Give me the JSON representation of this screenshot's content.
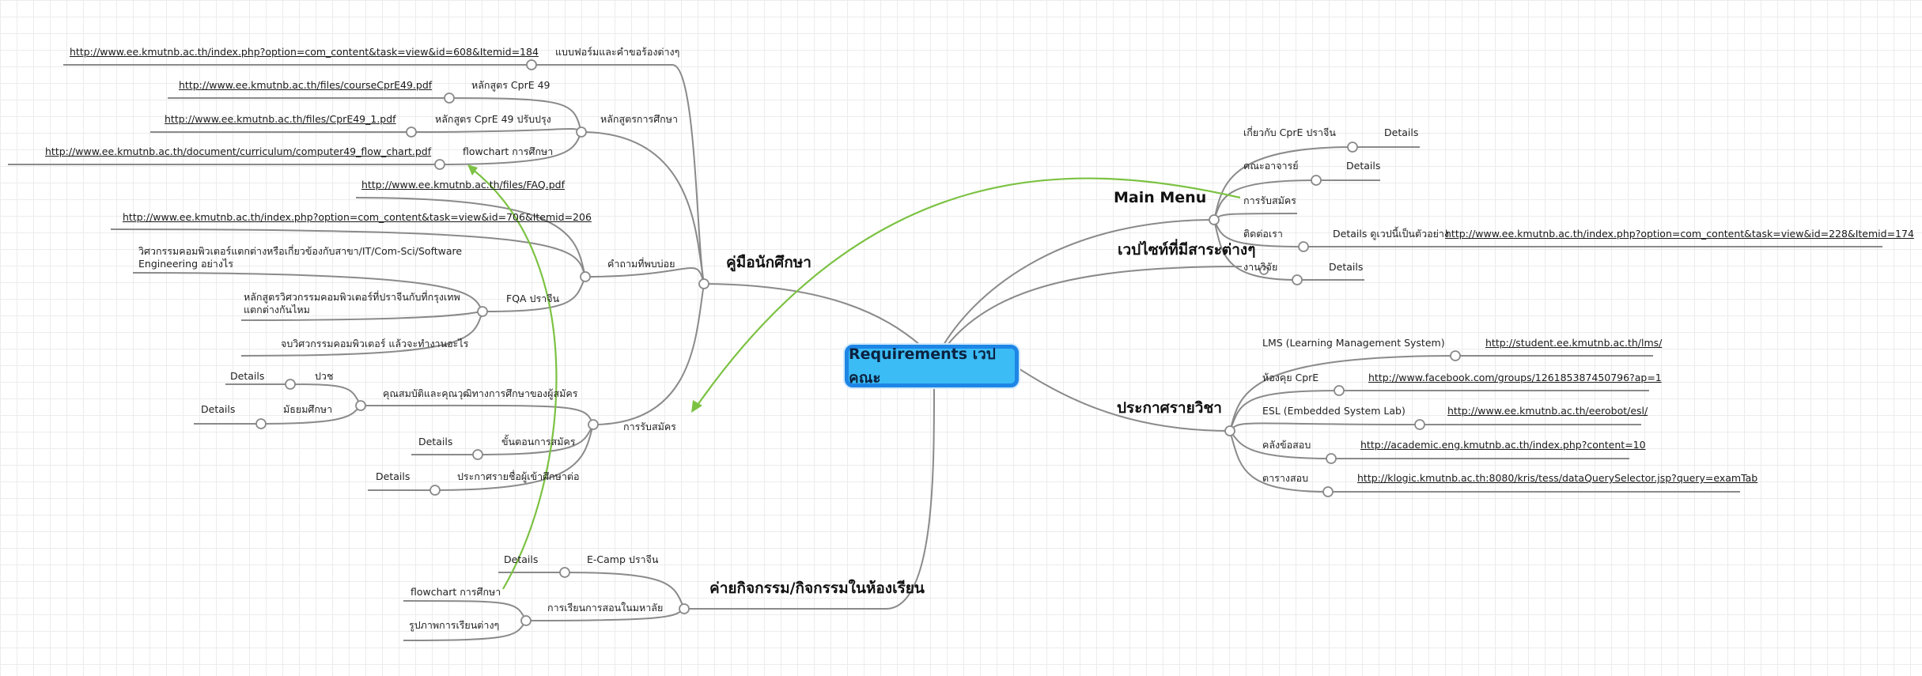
{
  "root": "Requirements เวปคณะ",
  "main_topics": {
    "handbook": "คู่มือนักศึกษา",
    "main_menu": "Main Menu",
    "websites": "เวปไซท์ที่มีสาระต่างๆ",
    "announce": "ประกาศรายวิชา",
    "camp": "ค่ายกิจกรรม/กิจกรรมในห้องเรียน"
  },
  "handbook": {
    "forms": "แบบฟอร์มและคำขอร้องต่างๆ",
    "forms_url": "http://www.ee.kmutnb.ac.th/index.php?option=com_content&task=view&id=608&Itemid=184",
    "curriculum": "หลักสูตรการศึกษา",
    "cpre49": "หลักสูตร CprE 49",
    "cpre49_url": "http://www.ee.kmutnb.ac.th/files/courseCprE49.pdf",
    "cpre49_rev": "หลักสูตร CprE 49 ปรับปรุง",
    "cpre49_rev_url": "http://www.ee.kmutnb.ac.th/files/CprE49_1.pdf",
    "flowchart": "flowchart การศึกษา",
    "flowchart_url": "http://www.ee.kmutnb.ac.th/document/curriculum/computer49_flow_chart.pdf",
    "faq": "คำถามที่พบบ่อย",
    "faq_url1": "http://www.ee.kmutnb.ac.th/files/FAQ.pdf",
    "faq_url2": "http://www.ee.kmutnb.ac.th/index.php?option=com_content&task=view&id=706&Itemid=206",
    "fqa": "FQA ปราจีน",
    "fqa_q1": "วิศวกรรมคอมพิวเตอร์แตกต่างหรือเกี่ยวข้องกับสาขา/IT/Com-Sci/Software Engineering อย่างไร",
    "fqa_q2": "หลักสูตรวิศวกรรมคอมพิวเตอร์ที่ปราจีนกับที่กรุงเทพแตกต่างกันไหม",
    "fqa_q3": "จบวิศวกรรมคอมพิวเตอร์ แล้วจะทำงานอะไร",
    "admission": "การรับสมัคร",
    "qualification": "คุณสมบัติและคุณวุฒิทางการศึกษาของผู้สมัคร",
    "bachelor": "ปวช",
    "highschool": "มัธยมศึกษา",
    "steps": "ขั้นตอนการสมัคร",
    "results": "ประกาศรายชื่อผู้เข้าศึกษาต่อ",
    "details": "Details"
  },
  "main_menu": {
    "about": "เกี่ยวกับ CprE ปราจีน",
    "faculty": "คณะอาจารย์",
    "admission": "การรับสมัคร",
    "contact": "ติดต่อเรา",
    "contact_detail": "Details ดูเวปนี้เป็นตัวอย่าง",
    "contact_url": "http://www.ee.kmutnb.ac.th/index.php?option=com_content&task=view&id=228&Itemid=174",
    "research": "งานวิจัย",
    "details": "Details"
  },
  "announce": {
    "lms": "LMS (Learning Management System)",
    "lms_url": "http://student.ee.kmutnb.ac.th/lms/",
    "chat": "ห้องคุย CprE",
    "chat_url": "http://www.facebook.com/groups/126185387450796?ap=1",
    "esl": "ESL (Embedded System Lab)",
    "esl_url": "http://www.ee.kmutnb.ac.th/eerobot/esl/",
    "exambank": "คลังข้อสอบ",
    "exambank_url": "http://academic.eng.kmutnb.ac.th/index.php?content=10",
    "schedule": "ตารางสอบ",
    "schedule_url": "http://klogic.kmutnb.ac.th:8080/kris/tess/dataQuerySelector.jsp?query=examTab"
  },
  "camp": {
    "ecamp": "E-Camp ปราจีน",
    "details": "Details",
    "teaching": "การเรียนการสอนในมหาลัย",
    "flowchart": "flowchart การศึกษา",
    "photos": "รูปภาพการเรียนต่างๆ"
  },
  "colors": {
    "root_fill": "#3bbcf5",
    "root_border": "#1e86e6",
    "line": "#8a8a8a",
    "relationship": "#7cc243"
  }
}
